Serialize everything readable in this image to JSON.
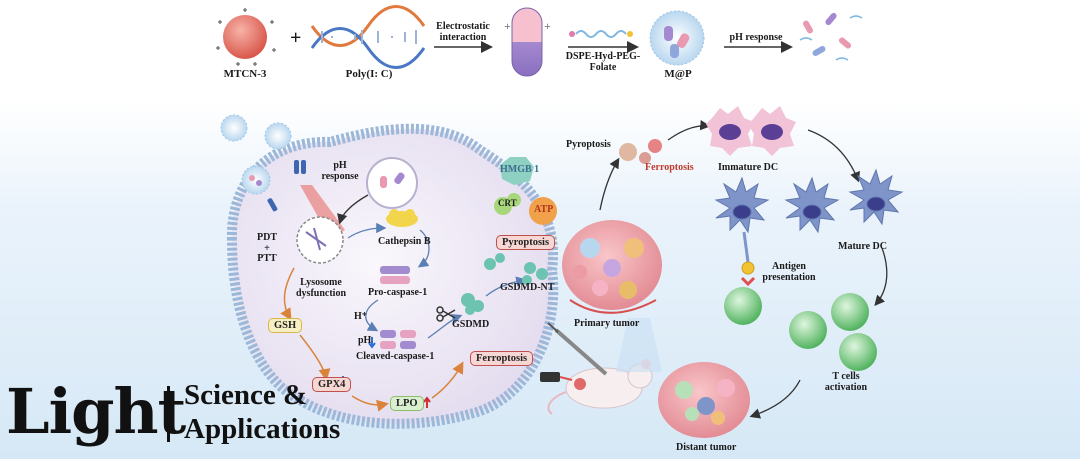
{
  "synthesis": {
    "mtcn": "MTCN-3",
    "plus": "+",
    "polyic": "Poly(I: C)",
    "electrostatic_line1": "Electrostatic",
    "electrostatic_line2": "interaction",
    "dspe_line1": "DSPE-Hyd-PEG-",
    "dspe_line2": "Folate",
    "map": "M@P",
    "ph_response": "pH response"
  },
  "cell": {
    "ph_response_line1": "pH",
    "ph_response_line2": "response",
    "pdt": "PDT",
    "pdt_plus": "+",
    "ptt": "PTT",
    "lysosome_line1": "Lysosome",
    "lysosome_line2": "dysfunction",
    "cathepsin": "Cathepsin B",
    "pro_caspase": "Pro-caspase-1",
    "cleaved_caspase": "Cleaved-caspase-1",
    "gsdmd": "GSDMD",
    "gsdmd_nt": "GSDMD-NT",
    "hplus": "H⁺",
    "ph": "pH",
    "gsh": "GSH",
    "gpx4": "GPX4",
    "lpo": "LPO",
    "hmgb1": "HMGB 1",
    "crt": "CRT",
    "atp": "ATP",
    "pyroptosis_box": "Pyroptosis",
    "ferroptosis_box": "Ferroptosis"
  },
  "immunity": {
    "pyroptosis": "Pyroptosis",
    "ferroptosis": "Ferroptosis",
    "immature_dc": "Immature DC",
    "mature_dc": "Mature DC",
    "antigen_line1": "Antigen",
    "antigen_line2": "presentation",
    "tcells_line1": "T cells",
    "tcells_line2": "activation",
    "primary_tumor": "Primary tumor",
    "distant_tumor": "Distant tumor"
  },
  "logo": {
    "light": "Light",
    "line1": "Science &",
    "line2": "Applications"
  },
  "colors": {
    "mtcn": "#e86a5f",
    "capsule_top": "#f3b6c6",
    "capsule_bottom": "#9b7fc8",
    "cell_fill": "#f1ecf7",
    "membrane": "#9db7d8",
    "red_text": "#c0392b",
    "dc": "#7f95c9",
    "tcell": "#7ccc86",
    "tumor": "#ef9fa6"
  },
  "icons": [
    "mtcn-sphere-icon",
    "dna-helix-icon",
    "capsule-icon",
    "peg-chain-icon",
    "micelle-icon",
    "arrow-icon",
    "cell-icon",
    "dendritic-cell-icon",
    "t-cell-icon",
    "tumor-icon",
    "mouse-icon",
    "syringe-icon",
    "laser-icon",
    "scissors-icon"
  ]
}
